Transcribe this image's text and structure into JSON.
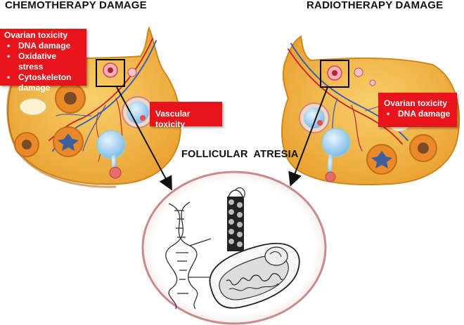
{
  "headers": {
    "chemo": "CHEMOTHERAPY DAMAGE",
    "radio": "RADIOTHERAPY DAMAGE",
    "center": "FOLLICULAR  ATRESIA"
  },
  "chemo_box": {
    "title": "Ovarian toxicity",
    "items": [
      "DNA damage",
      "Oxidative stress",
      "Cytoskeleton damage"
    ]
  },
  "vascular_box": {
    "title": "Vascular toxicity"
  },
  "radio_box": {
    "title": "Ovarian toxicity",
    "items": [
      "DNA damage"
    ]
  },
  "colors": {
    "label_red": "#e8141c",
    "ovary_fill": "#f3b444",
    "ovary_stroke": "#d98c1e",
    "follicle_blue": "#8fc7ec",
    "circle_border": "#c88a8a"
  }
}
